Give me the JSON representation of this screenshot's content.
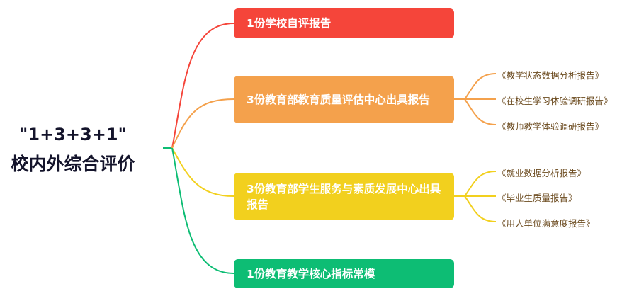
{
  "root": {
    "line1": "\"1+3+3+1\"",
    "line2": "校内外综合评价"
  },
  "branches": [
    {
      "label": "1份学校自评报告",
      "color": "#f5453a",
      "children": []
    },
    {
      "label": "3份教育部教育质量评估中心出具报告",
      "color": "#f4a14c",
      "children": [
        "《教学状态数据分析报告》",
        "《在校生学习体验调研报告》",
        "《教师教学体验调研报告》"
      ]
    },
    {
      "label": "3份教育部学生服务与素质发展中心出具报告",
      "color": "#f2d01e",
      "children": [
        "《就业数据分析报告》",
        "《毕业生质量报告》",
        "《用人单位满意度报告》"
      ]
    },
    {
      "label": "1份教育教学核心指标常模",
      "color": "#0dbd74",
      "children": []
    }
  ]
}
